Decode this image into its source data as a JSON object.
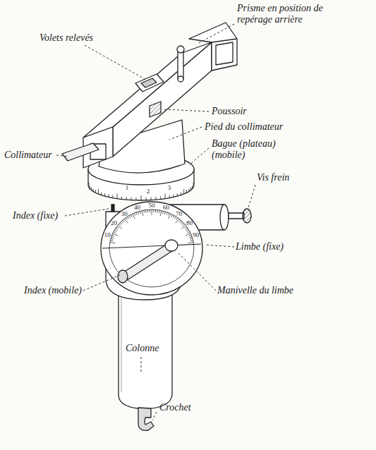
{
  "diagram": {
    "labels": [
      "Prisme en position de repérage arrière",
      "Volets relevés",
      "Poussoir",
      "Pied du collimateur",
      "Bague (plateau) (mobile)",
      "Collimateur",
      "1",
      "2",
      "3",
      "Vis frein",
      "Index (fixe)",
      "10",
      "20",
      "30",
      "40",
      "50",
      "60",
      "70",
      "80",
      "90",
      "Limbe (fixe)",
      "Index (mobile)",
      "Manivelle du limbe",
      "Colonne",
      "Crochet"
    ]
  }
}
